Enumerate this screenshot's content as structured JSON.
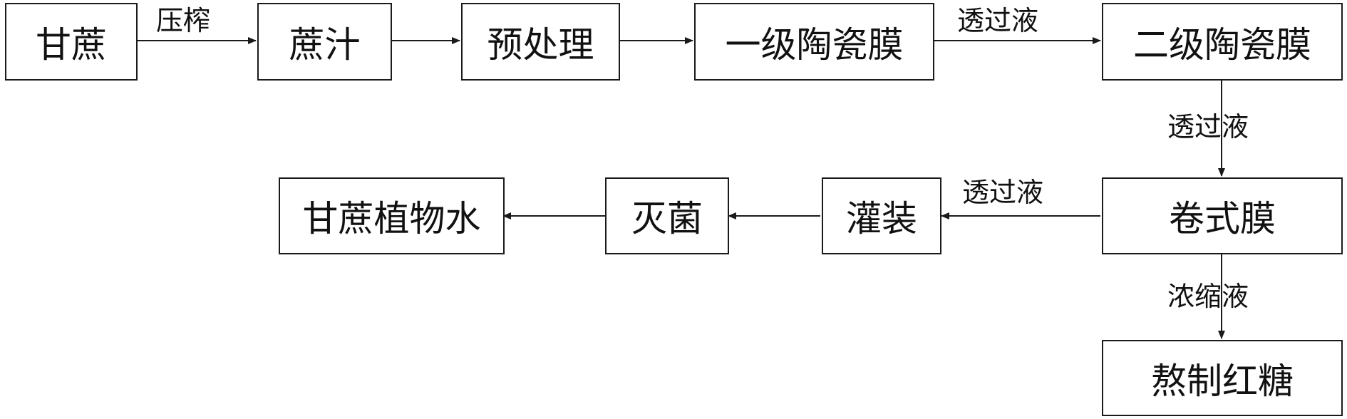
{
  "nodes": {
    "sugarcane": "甘蔗",
    "cane_juice": "蔗汁",
    "pretreatment": "预处理",
    "ceramic_membrane_1": "一级陶瓷膜",
    "ceramic_membrane_2": "二级陶瓷膜",
    "spiral_membrane": "卷式膜",
    "brown_sugar": "熬制红糖",
    "filling": "灌装",
    "sterilization": "灭菌",
    "sugarcane_water": "甘蔗植物水"
  },
  "edges": {
    "pressing": "压榨",
    "permeate_1": "透过液",
    "permeate_2": "透过液",
    "permeate_3": "透过液",
    "concentrate": "浓缩液"
  }
}
